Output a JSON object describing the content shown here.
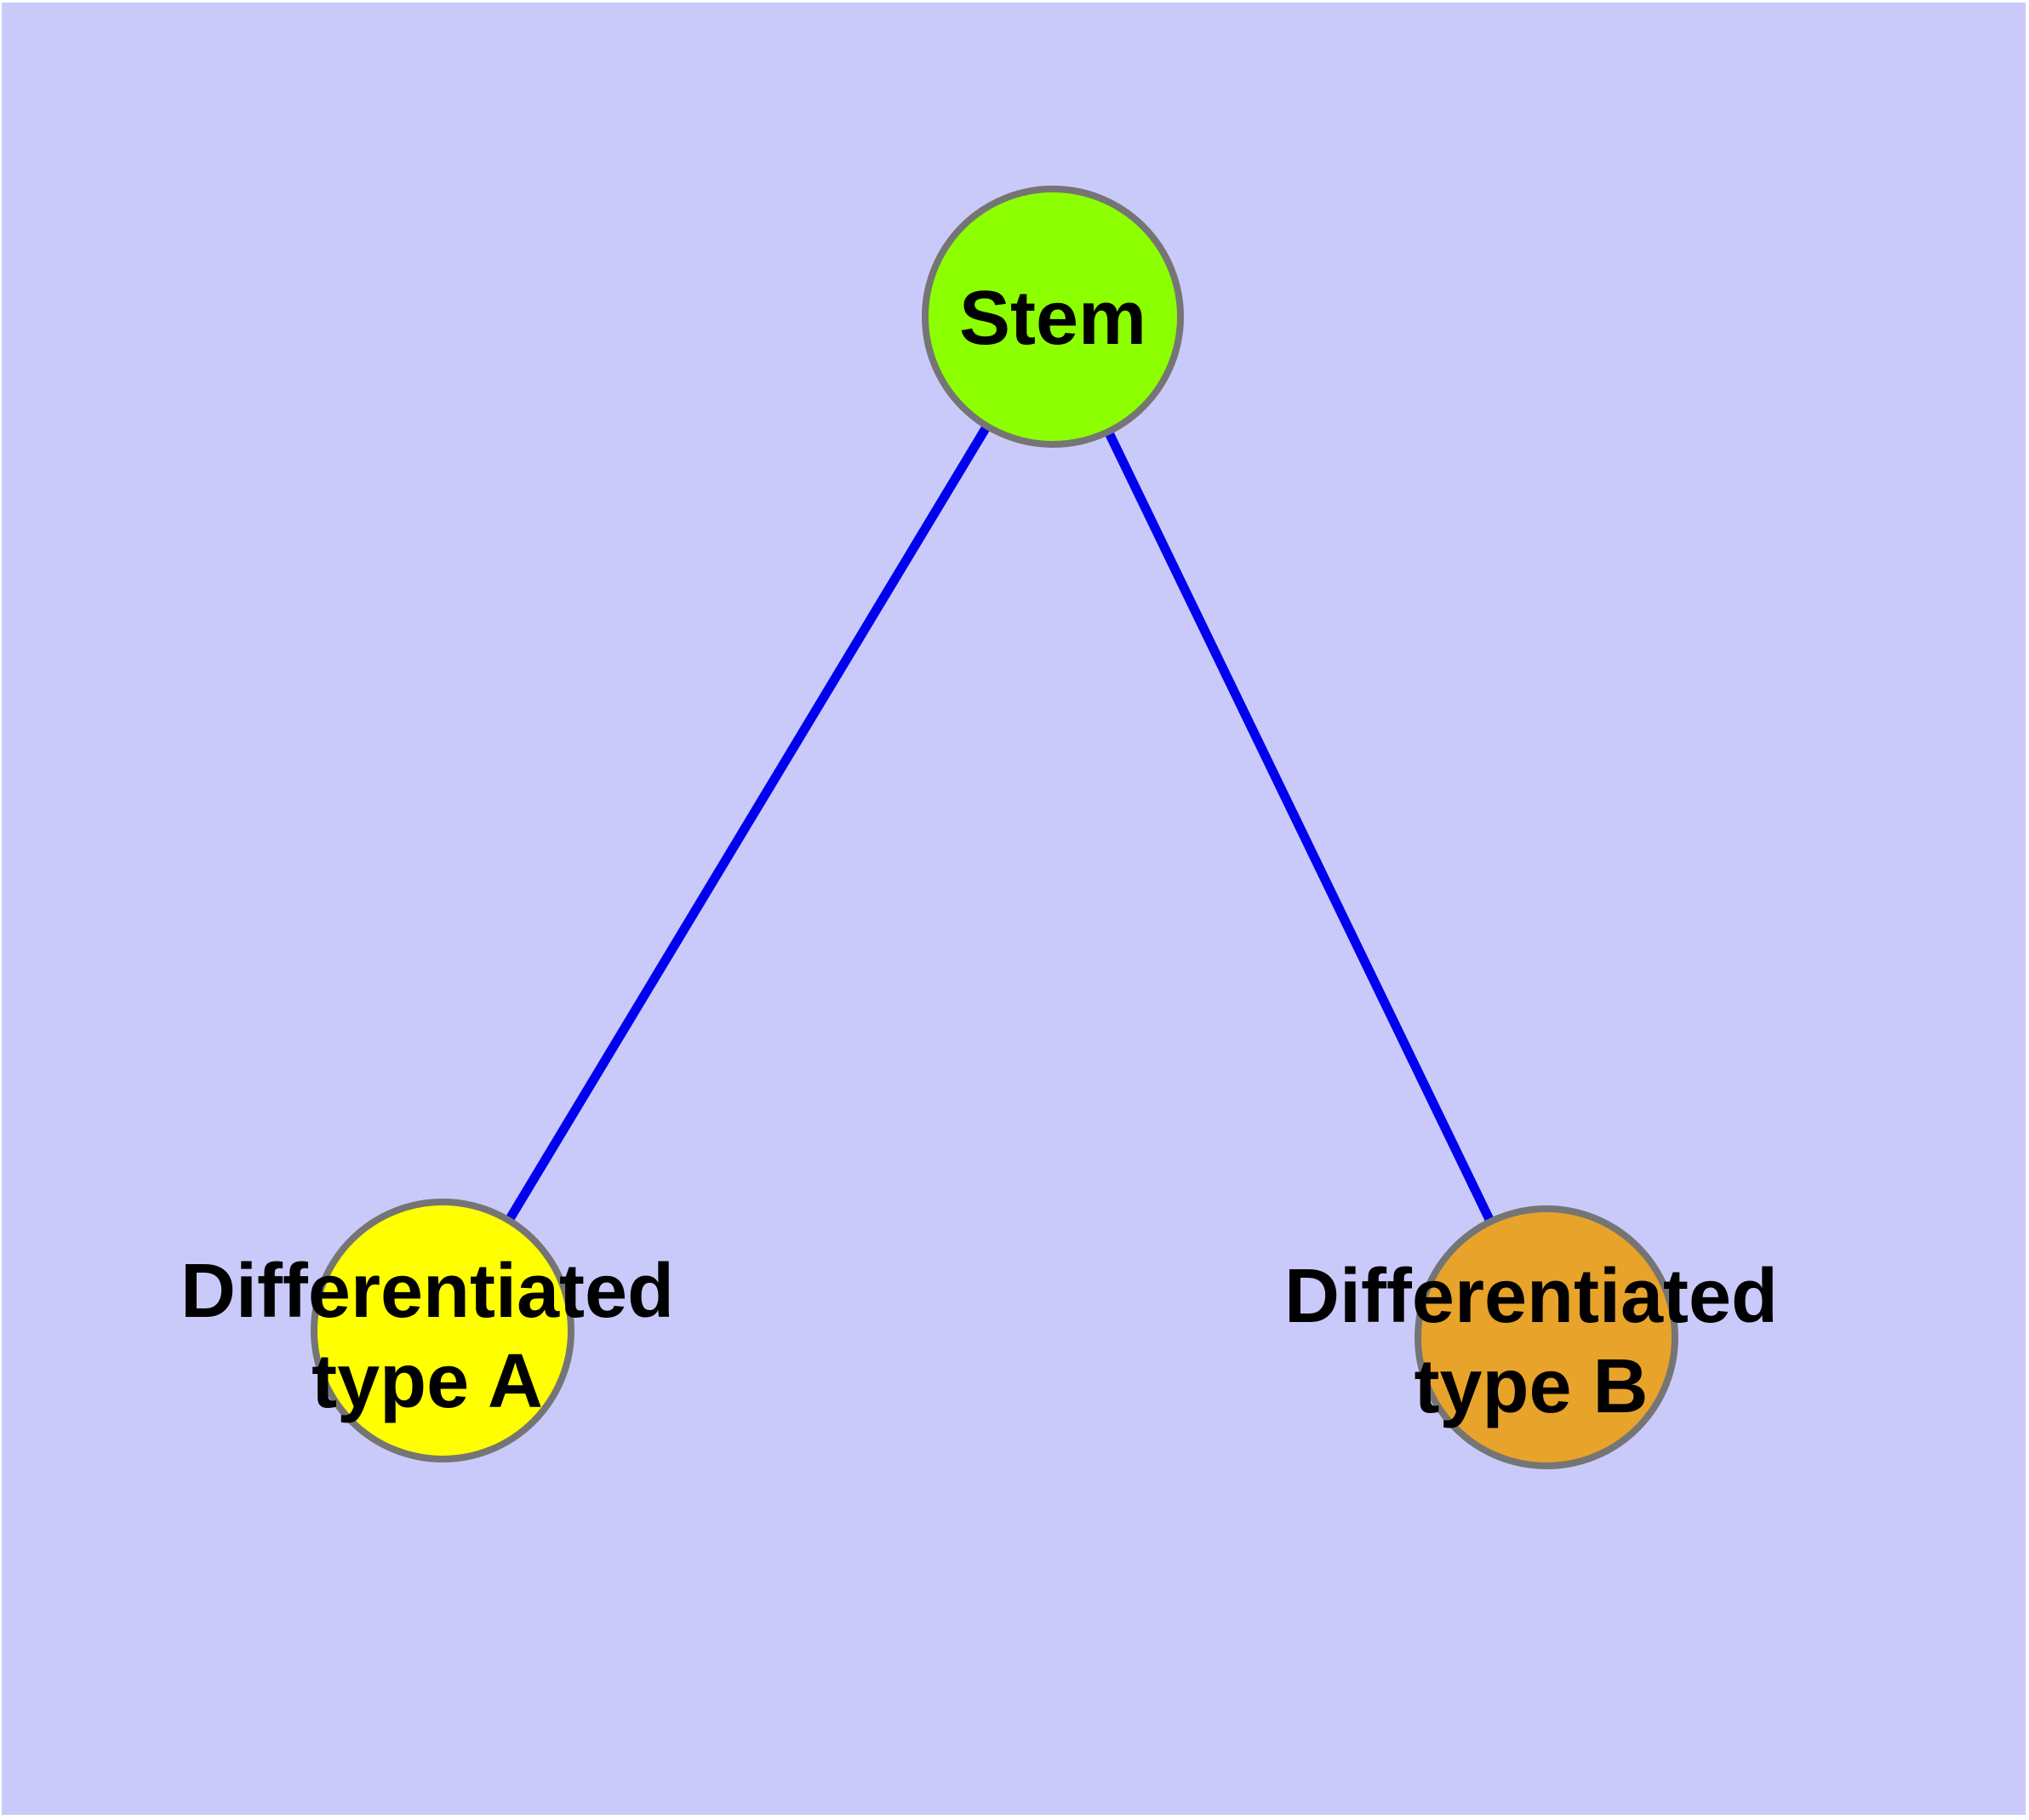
{
  "colors": {
    "page_background": "#FFFFFF",
    "plot_background": "#CACAFA",
    "edge": "#0000EE",
    "node_border": "#757575",
    "label_text": "#000000"
  },
  "nodes": [
    {
      "id": "stem",
      "label": "Stem",
      "color": "#8CFF00"
    },
    {
      "id": "differentiated-type-a",
      "label_line1": "Differentiated",
      "label_line2": "type A",
      "color": "#FFFF00"
    },
    {
      "id": "differentiated-type-b",
      "label_line1": "Differentiated",
      "label_line2": "type B",
      "color": "#E8A32A"
    }
  ],
  "edges": [
    {
      "from": "Stem",
      "to": "Differentiated type A"
    },
    {
      "from": "Stem",
      "to": "Differentiated type B"
    }
  ]
}
